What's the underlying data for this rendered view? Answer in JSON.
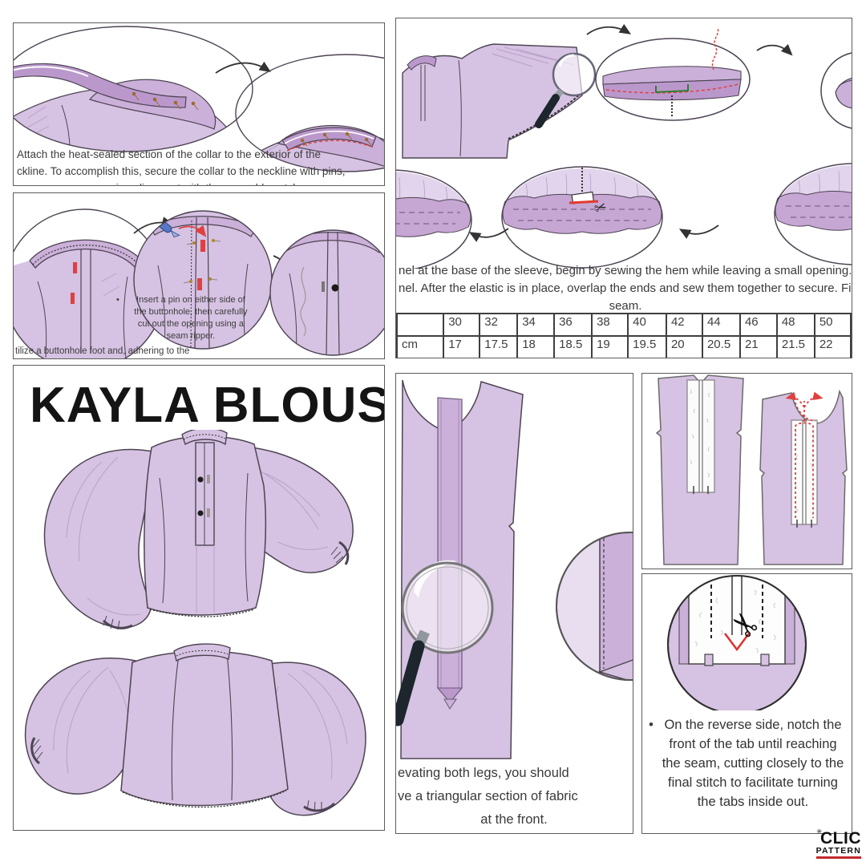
{
  "colors": {
    "fabric_light": "#d6c2e2",
    "fabric_lighter": "#e2d4ec",
    "fabric_mid": "#cbb0d9",
    "fabric_dark": "#bb98cc",
    "outline": "#4d4453",
    "stitch_red": "#e04040",
    "green_bracket": "#2e7d32",
    "tool_blue": "#5576c4",
    "logo_red": "#c4272e"
  },
  "collar_panel": {
    "line1": "Attach the heat-sealed section of the collar to the exterior of the",
    "line2": "ckline. To accomplish this, secure the collar to the neckline with pins,",
    "line3": "ensuring alignment with the assembly notches"
  },
  "buttonhole_panel": {
    "bullet": "•",
    "line1": "Insert a pin on either side of",
    "line2": "the buttonhole, then carefully",
    "line3": "cut out the opening using a",
    "line4": "seam ripper.",
    "footer": "tilize a buttonhole foot and, adhering to the"
  },
  "sleeve_panel": {
    "line1": "nel at the base of the sleeve, begin by sewing the hem while leaving a small opening. Attach a sa",
    "line2": "nel. After the elastic is in place, overlap the ends and sew them together to secure. Finally, clos",
    "line3": "seam.",
    "table": {
      "row1": [
        "",
        "30",
        "32",
        "34",
        "36",
        "38",
        "40",
        "42",
        "44",
        "46",
        "48",
        "50"
      ],
      "row2": [
        "cm",
        "17",
        "17.5",
        "18",
        "18.5",
        "19",
        "19.5",
        "20",
        "20.5",
        "21",
        "21.5",
        "22"
      ]
    }
  },
  "title_panel": {
    "title": "KAYLA BLOUSE"
  },
  "placket_panel": {
    "line1": "evating both legs, you should",
    "line2": "ve a triangular section of fabric",
    "line3": "at the front."
  },
  "notch_panel": {
    "bullet": "•",
    "text": "On the reverse side, notch the front of the tab until reaching the seam, cutting closely to the final stitch to facilitate turning the tabs inside out."
  },
  "logo": {
    "name": "CLIC",
    "sub": "PATTERN",
    "star": "✳"
  }
}
